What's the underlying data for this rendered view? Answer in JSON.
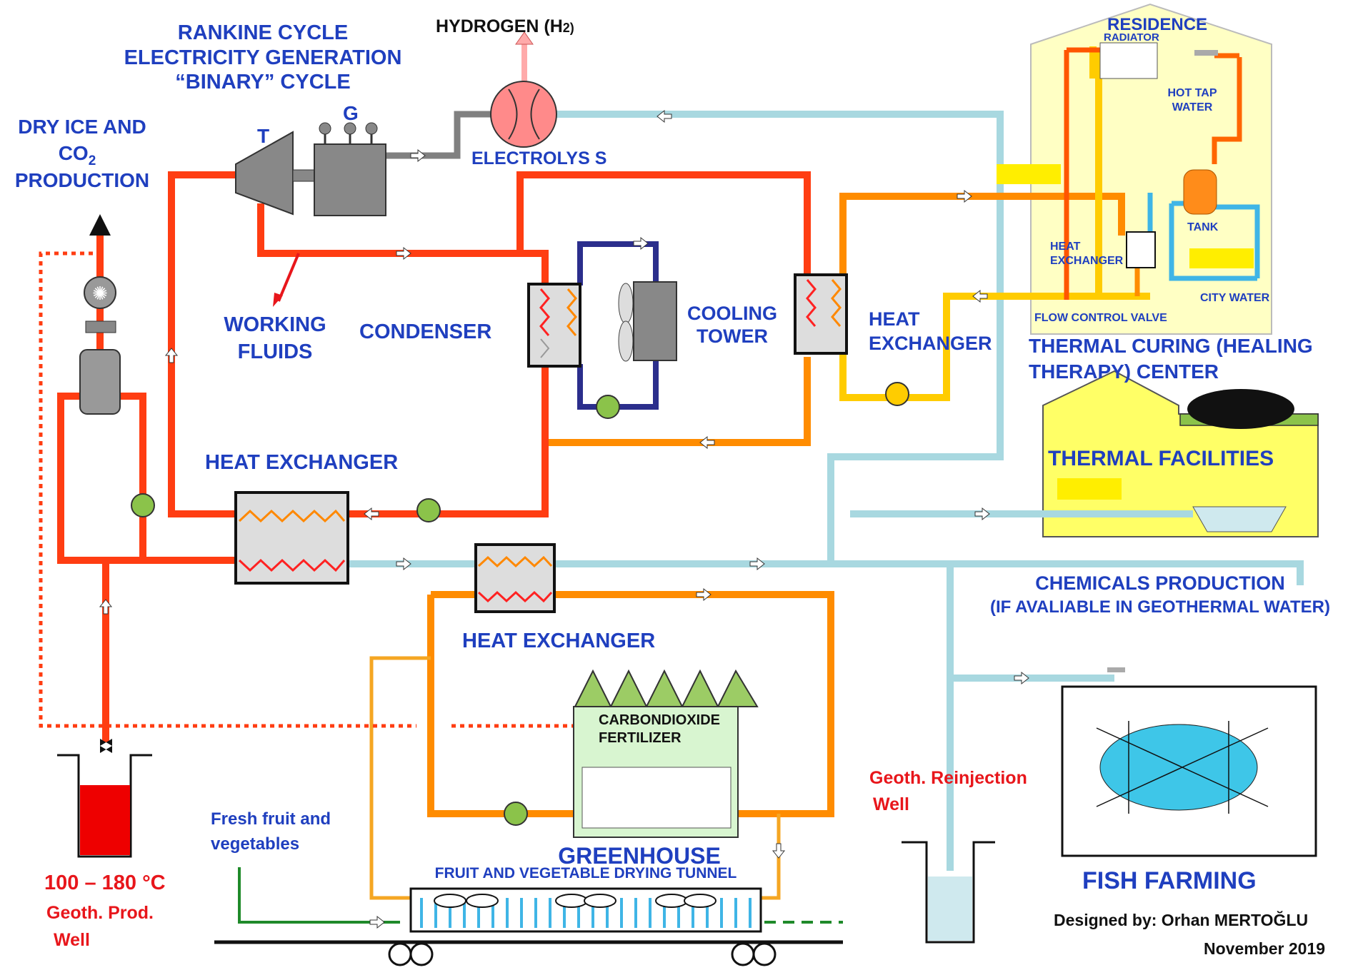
{
  "labels": {
    "rankine": [
      "RANKINE CYCLE",
      "ELECTRICITY GENERATION",
      "“BINARY” CYCLE"
    ],
    "hydrogen": "HYDROGEN (H",
    "hydrogen_sub": "2)",
    "turbine": "T",
    "generator": "G",
    "electrolysis": "ELECTROLYS S",
    "dry_ice": [
      "DRY ICE AND",
      "CO",
      "PRODUCTION"
    ],
    "co2_sub": "2",
    "working_fluids": [
      "WORKING",
      "FLUIDS"
    ],
    "condenser": "CONDENSER",
    "cooling_tower": [
      "COOLING",
      "TOWER"
    ],
    "heat_exchanger_right": [
      "HEAT",
      "EXCHANGER"
    ],
    "heat_exchanger_mid": "HEAT EXCHANGER",
    "heat_exchanger_lower": "HEAT EXCHANGER",
    "residence": "RESIDENCE",
    "radiator": "RADIATOR",
    "hot_tap": [
      "HOT TAP",
      "WATER"
    ],
    "tank": "TANK",
    "res_heat_exchanger": [
      "HEAT",
      "EXCHANGER"
    ],
    "city_water": "CITY WATER",
    "flow_control": "FLOW CONTROL VALVE",
    "thermal_curing": [
      "THERMAL CURING (HEALING",
      "THERAPY) CENTER"
    ],
    "thermal_facilities": "THERMAL  FACILITIES",
    "chemicals": [
      "CHEMICALS PRODUCTION",
      "(IF AVALIABLE IN GEOTHERMAL WATER)"
    ],
    "co2_fertilizer": [
      "CARBONDIOXIDE",
      "FERTILIZER"
    ],
    "greenhouse": "GREENHOUSE",
    "drying_tunnel": "FRUIT AND VEGETABLE DRYING TUNNEL",
    "fresh_fruit": [
      "Fresh fruit and",
      "vegetables"
    ],
    "temperature": "100 – 180 °C",
    "prod_well": [
      "Geoth. Prod.",
      "Well"
    ],
    "reinjection": [
      "Geoth. Reinjection",
      "Well"
    ],
    "fish_farming": "FISH FARMING",
    "designer": [
      "Designed by: Orhan MERTOĞLU",
      "November 2019"
    ]
  },
  "colors": {
    "hot_red": "#ff3d12",
    "orange": "#ff8c00",
    "amber": "#f5a623",
    "yellow": "#ffcc00",
    "light_blue": "#a8d8e0",
    "cyan": "#3fb5e6",
    "navy": "#2b2e8c",
    "label_blue": "#1f3fbf",
    "label_red": "#e8161b"
  }
}
